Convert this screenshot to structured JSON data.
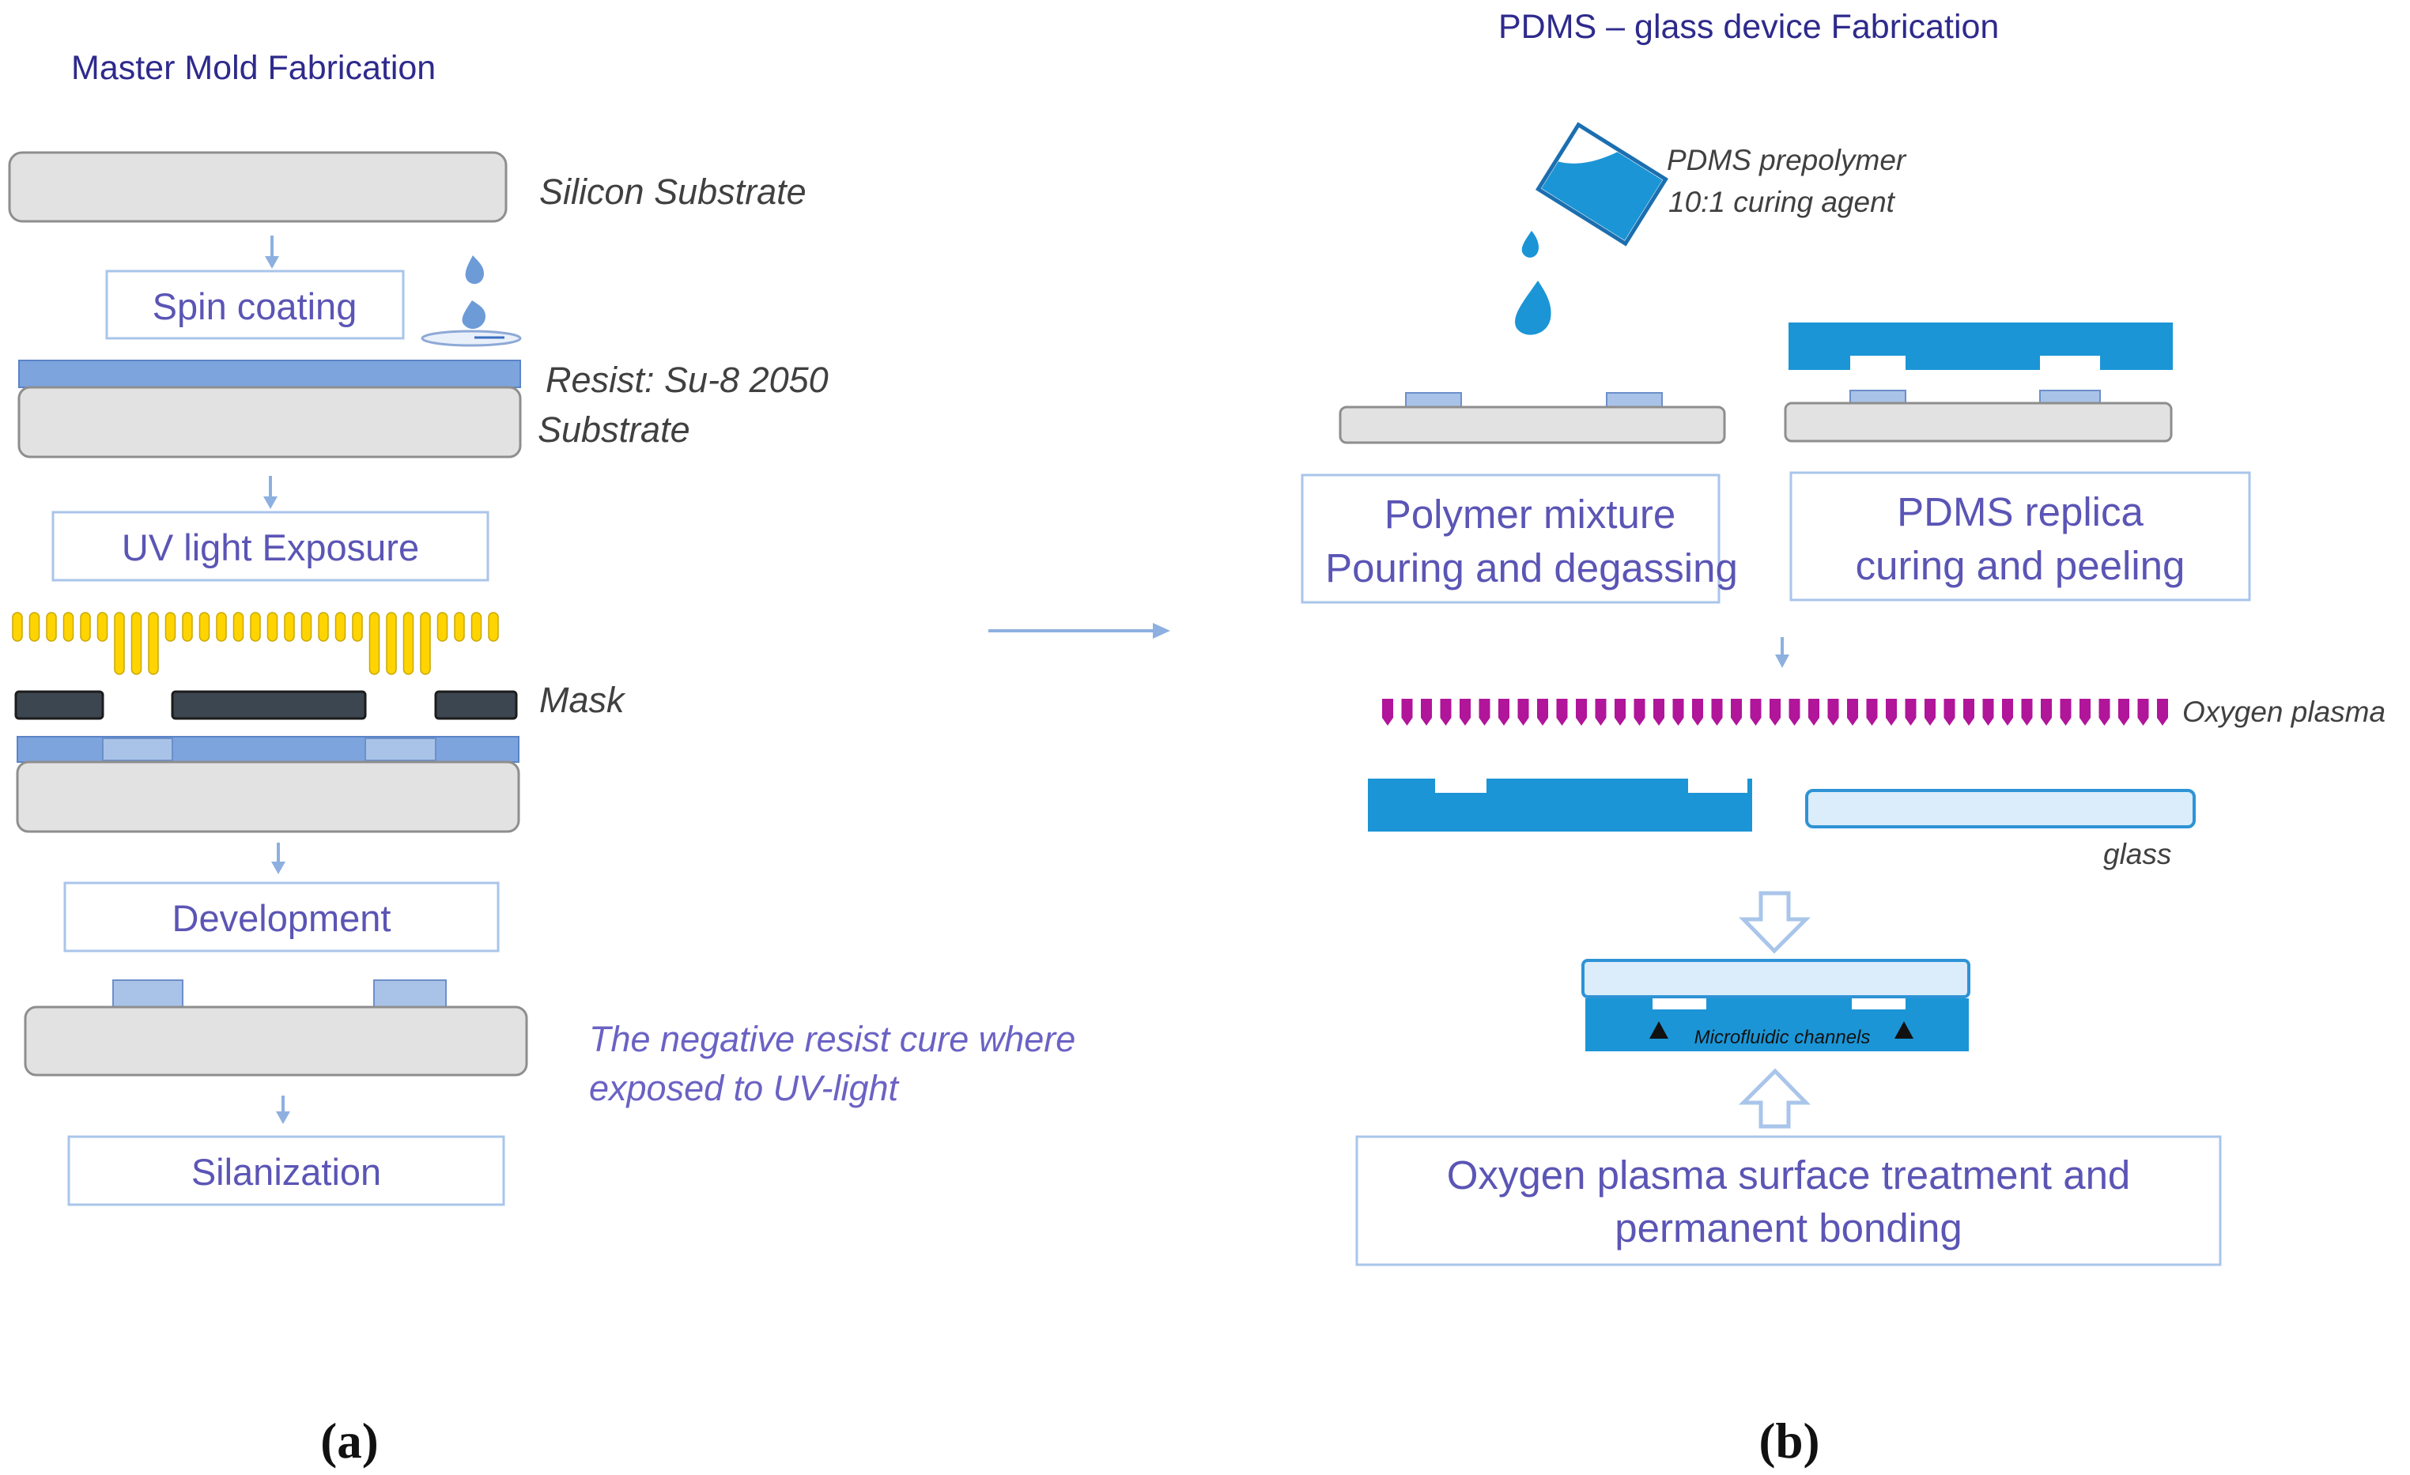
{
  "panel_a": {
    "title": "Master Mold Fabrication",
    "silicon_label": "Silicon Substrate",
    "spin_step": "Spin coating",
    "resist_label": "Resist: Su-8 2050",
    "substrate_label": "Substrate",
    "uv_step": "UV light Exposure",
    "mask_label": "Mask",
    "development_step": "Development",
    "note_line1": "The negative resist cure where",
    "note_line2": "exposed to UV-light",
    "silanization_step": "Silanization",
    "caption": "(a)"
  },
  "panel_b": {
    "title": "PDMS – glass device Fabrication",
    "prepolymer_line1": "PDMS prepolymer",
    "prepolymer_line2": "10:1 curing agent",
    "pour_step_line1": "Polymer mixture",
    "pour_step_line2": "Pouring and degassing",
    "replica_step_line1": "PDMS replica",
    "replica_step_line2": "curing and peeling",
    "plasma_label": "Oxygen plasma",
    "glass_label": "glass",
    "channels_label": "Microfluidic channels",
    "bonding_step_line1": "Oxygen plasma surface treatment and",
    "bonding_step_line2": "permanent bonding",
    "caption": "(b)"
  },
  "colors": {
    "title": "#2e2a8c",
    "step_text": "#5b55b5",
    "step_border": "#a9c5ea",
    "substrate": "#e2e2e2",
    "resist": "#7ea4de",
    "uv_light": "#ffd400",
    "plasma": "#b0159a",
    "pdms": "#1b95d6",
    "glass": "#dbecfa",
    "mask": "#3c4650"
  },
  "icons": [
    "droplet-icon",
    "spinner-disc-icon",
    "pdms-bottle-icon",
    "down-arrow-icon",
    "right-arrow-icon",
    "hollow-down-arrow-icon",
    "hollow-up-arrow-icon"
  ]
}
